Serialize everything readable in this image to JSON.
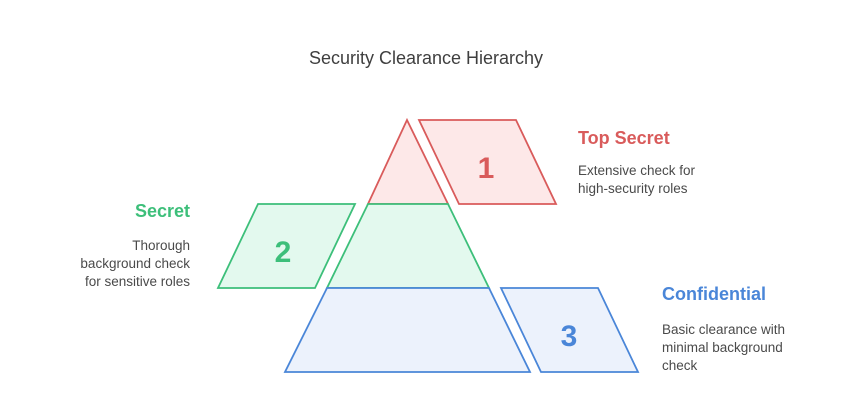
{
  "title": "Security Clearance Hierarchy",
  "levels": [
    {
      "number": "1",
      "name": "Top Secret",
      "description_lines": [
        "Extensive check for",
        "high-security roles"
      ],
      "stroke": "#d95b5b",
      "fill": "#fde8e8",
      "text_color": "#d95b5b"
    },
    {
      "number": "2",
      "name": "Secret",
      "description_lines": [
        "Thorough",
        "background check",
        "for sensitive roles"
      ],
      "stroke": "#3dbf7a",
      "fill": "#e3f9ee",
      "text_color": "#3dbf7a"
    },
    {
      "number": "3",
      "name": "Confidential",
      "description_lines": [
        "Basic clearance with",
        "minimal background",
        "check"
      ],
      "stroke": "#4a86d8",
      "fill": "#ecf2fc",
      "text_color": "#4a86d8"
    }
  ]
}
